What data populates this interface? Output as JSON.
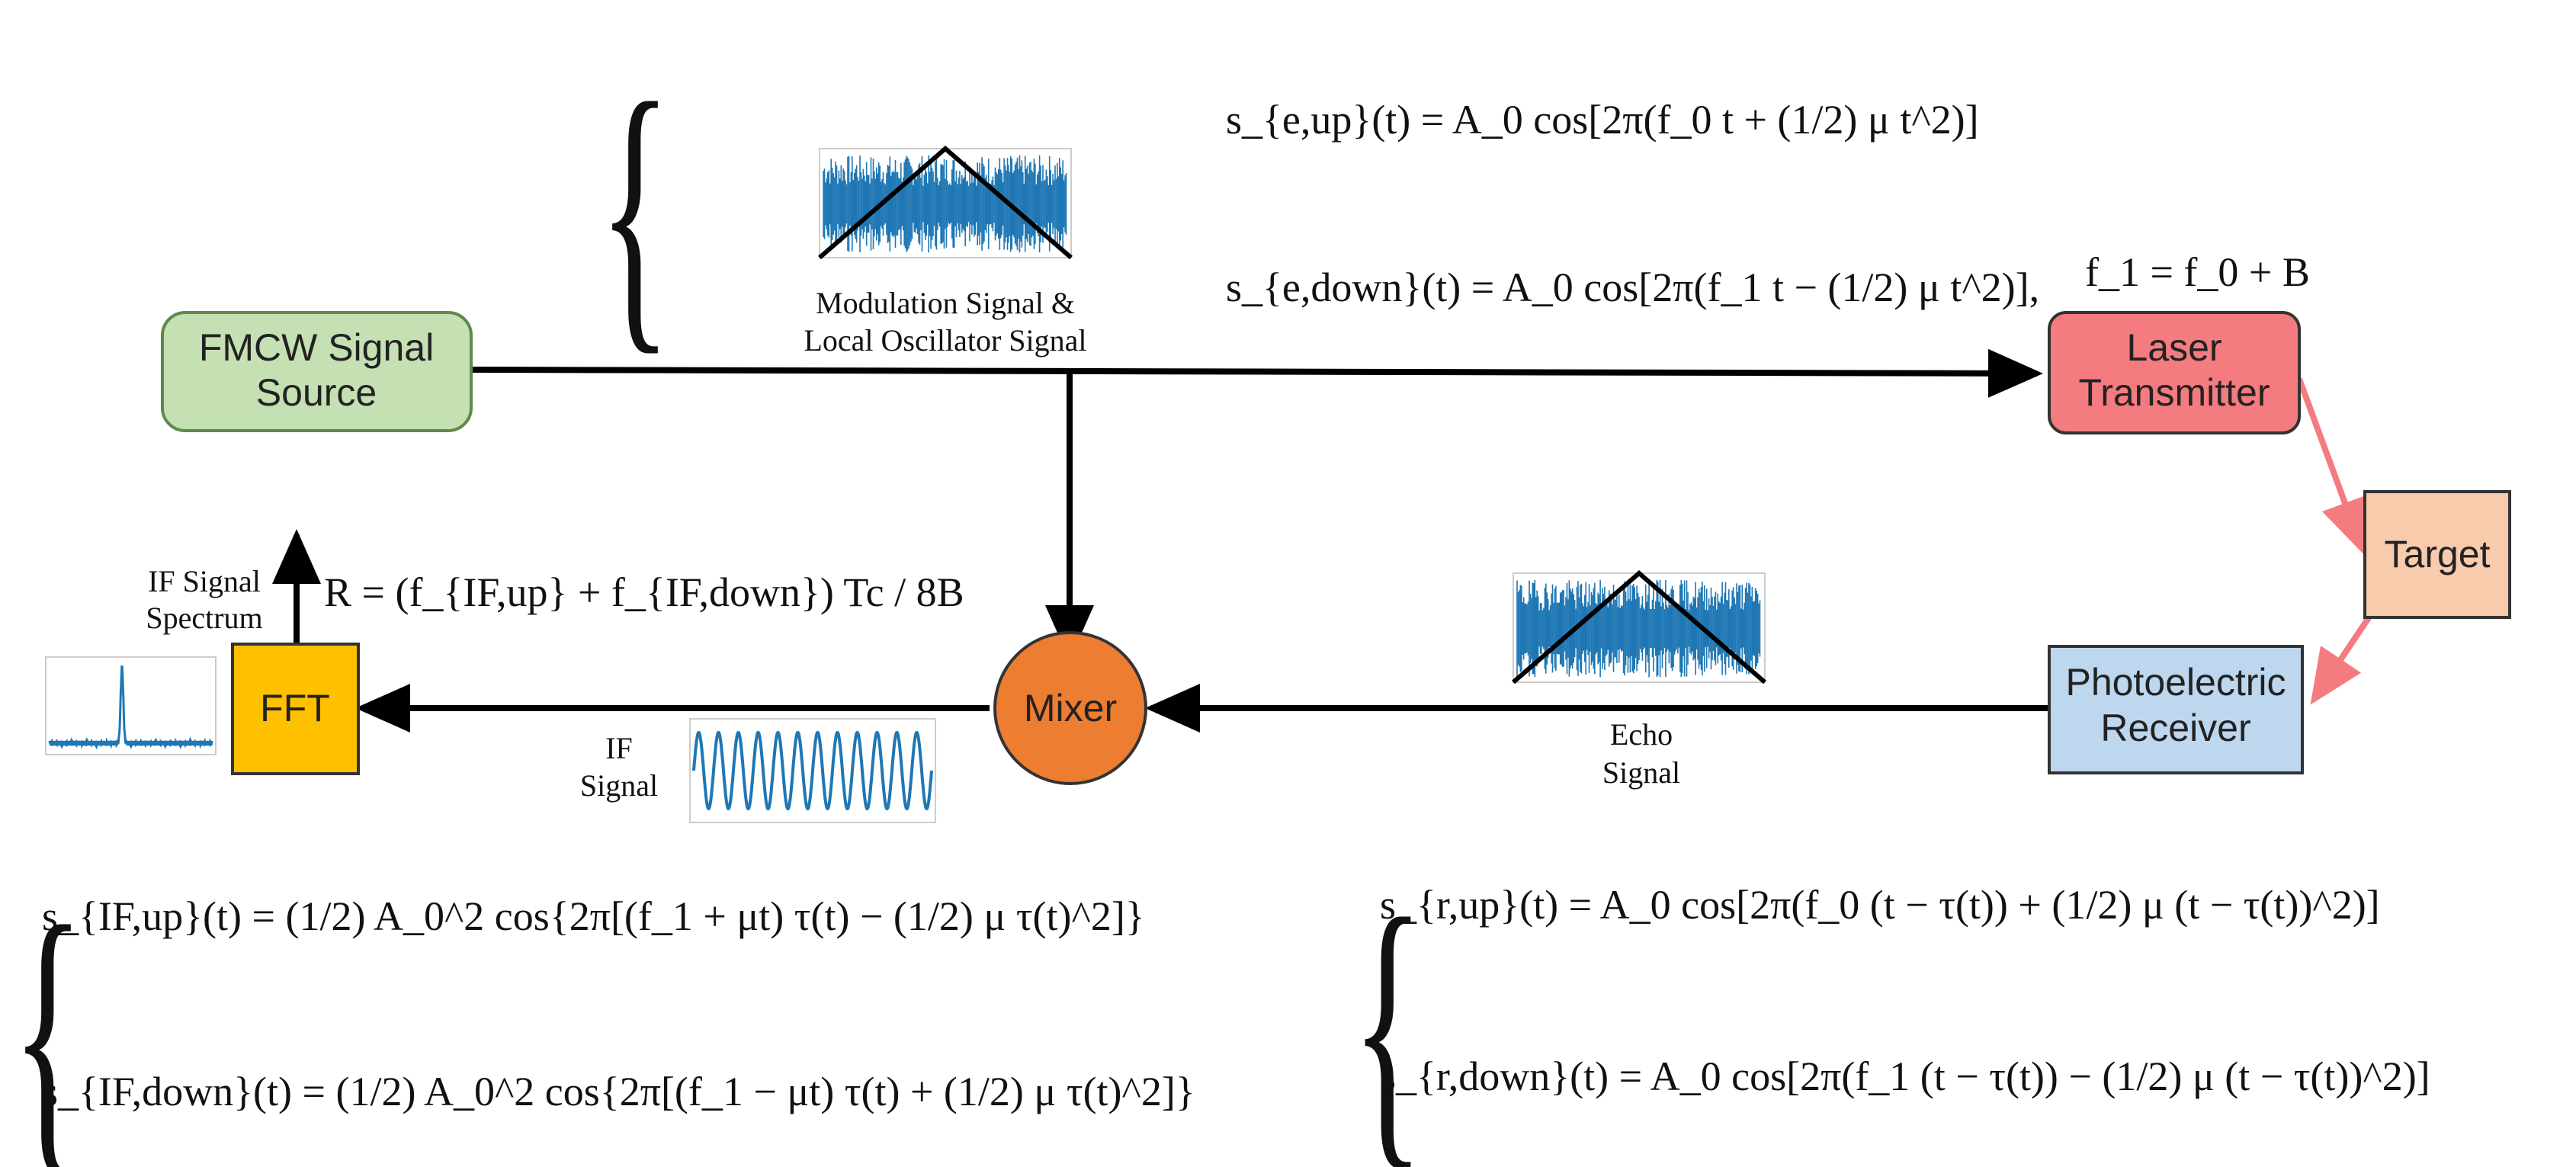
{
  "colors": {
    "source_fill": "#c5e0b3",
    "source_stroke": "#5e8a4a",
    "laser_fill": "#f47b80",
    "target_fill": "#f8cbad",
    "receiver_fill": "#bdd7ee",
    "mixer_fill": "#ed7d31",
    "fft_fill": "#ffc000",
    "line": "#000000",
    "red_arrow": "#f47b80",
    "signal_blue": "#1f77b4"
  },
  "blocks": {
    "source": [
      "FMCW Signal",
      "Source"
    ],
    "laser": [
      "Laser",
      "Transmitter"
    ],
    "target": "Target",
    "receiver": [
      "Photoelectric",
      "Receiver"
    ],
    "mixer": "Mixer",
    "fft": "FFT"
  },
  "labels": {
    "mod": [
      "Modulation Signal &",
      "Local Oscillator Signal"
    ],
    "echo": [
      "Echo",
      "Signal"
    ],
    "if_signal": [
      "IF",
      "Signal"
    ],
    "if_spectrum": [
      "IF Signal",
      "Spectrum"
    ]
  },
  "equations": {
    "se_up": "s_{e,up}(t) = A_0 cos[2π(f_0 t + (1/2) μ t^2)]",
    "se_down": "s_{e,down}(t) = A_0 cos[2π(f_1 t − (1/2) μ t^2)],",
    "f1": "f_1 = f_0 + B",
    "range": "R = (f_{IF,up} + f_{IF,down}) Tc / 8B",
    "sif_up": "s_{IF,up}(t) = (1/2) A_0^2 cos{2π[(f_1 + μt) τ(t) − (1/2) μ τ(t)^2]}",
    "sif_down": "s_{IF,down}(t) = (1/2) A_0^2 cos{2π[(f_1 − μt) τ(t) + (1/2) μ τ(t)^2]}",
    "sr_up": "s_{r,up}(t) = A_0 cos[2π(f_0 (t − τ(t)) + (1/2) μ (t − τ(t))^2)]",
    "sr_down": "s_{r,down}(t) = A_0 cos[2π(f_1 (t − τ(t)) − (1/2) μ (t − τ(t))^2)]"
  }
}
